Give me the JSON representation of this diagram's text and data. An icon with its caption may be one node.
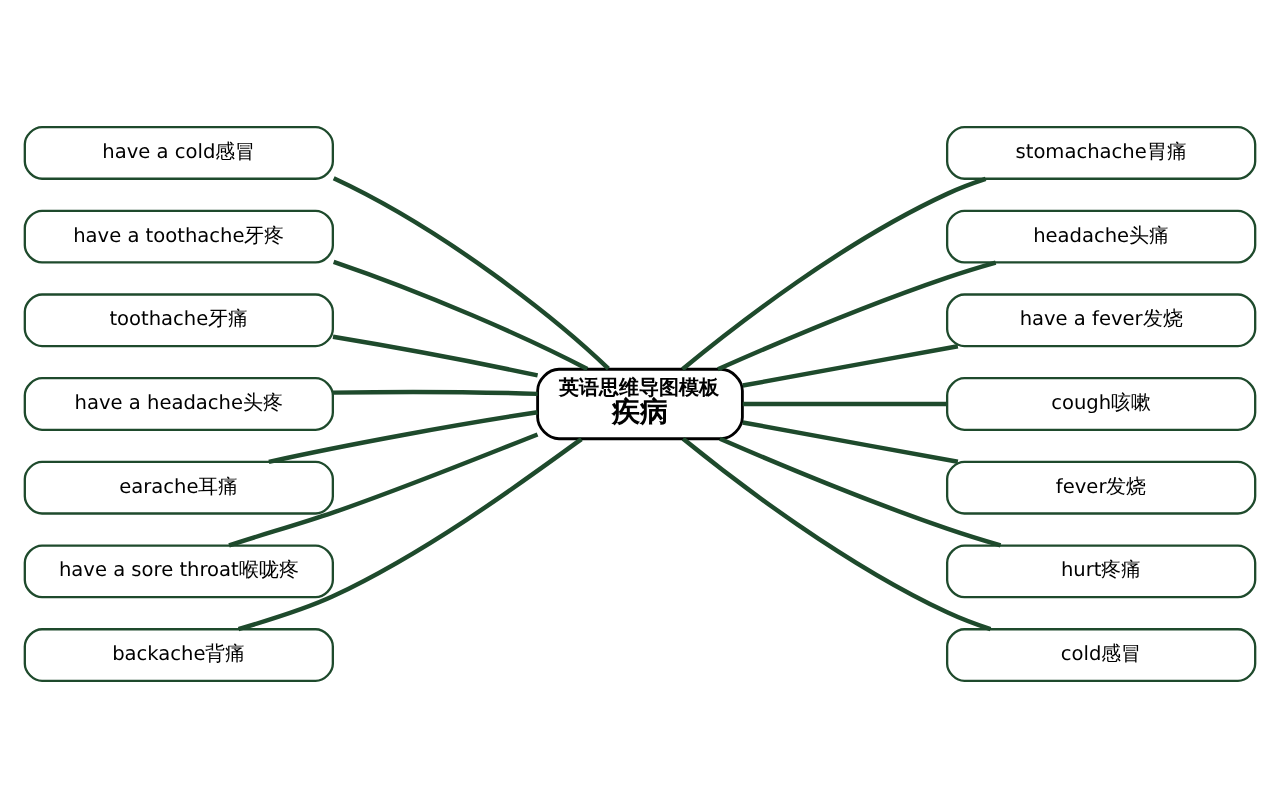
{
  "diagram": {
    "nodes": [
      {
        "text": [
          "英语思维导图模板",
          "疾病"
        ]
      },
      {
        "text": [
          "have a cold感冒"
        ]
      },
      {
        "text": [
          "have a toothache牙疼"
        ]
      },
      {
        "text": [
          "toothache牙痛"
        ]
      },
      {
        "text": [
          "have a headache头疼"
        ]
      },
      {
        "text": [
          "earache耳痛"
        ]
      },
      {
        "text": [
          "have a sore throat喉咙疼"
        ]
      },
      {
        "text": [
          "backache背痛"
        ]
      },
      {
        "text": [
          "stomachache胃痛"
        ]
      },
      {
        "text": [
          "headache头痛"
        ]
      },
      {
        "text": [
          "have a fever发烧"
        ]
      },
      {
        "text": [
          "cough咳嗽"
        ]
      },
      {
        "text": [
          "fever发烧"
        ]
      },
      {
        "text": [
          "hurt疼痛"
        ]
      },
      {
        "text": [
          "cold感冒"
        ]
      }
    ],
    "edges": [
      {
        "from": 0,
        "to": 1,
        "arrow": "none"
      },
      {
        "from": 0,
        "to": 2,
        "arrow": "none"
      },
      {
        "from": 0,
        "to": 3,
        "arrow": "none"
      },
      {
        "from": 0,
        "to": 4,
        "arrow": "none"
      },
      {
        "from": 0,
        "to": 5,
        "arrow": "none"
      },
      {
        "from": 0,
        "to": 6,
        "arrow": "none"
      },
      {
        "from": 0,
        "to": 7,
        "arrow": "none"
      },
      {
        "from": 0,
        "to": 8,
        "arrow": "none"
      },
      {
        "from": 0,
        "to": 9,
        "arrow": "none"
      },
      {
        "from": 0,
        "to": 10,
        "arrow": "none"
      },
      {
        "from": 0,
        "to": 11,
        "arrow": "none"
      },
      {
        "from": 0,
        "to": 12,
        "arrow": "none"
      },
      {
        "from": 0,
        "to": 13,
        "arrow": "none"
      },
      {
        "from": 0,
        "to": 14,
        "arrow": "none"
      }
    ]
  }
}
